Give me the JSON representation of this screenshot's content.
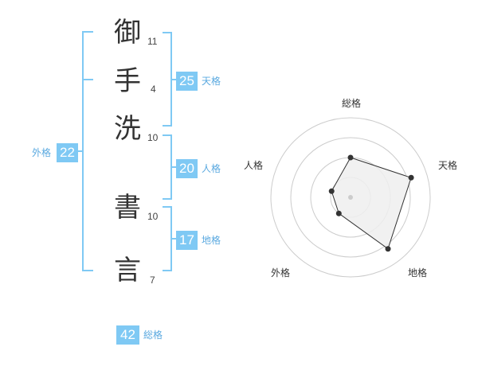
{
  "name_chars": [
    {
      "char": "御",
      "strokes": "11"
    },
    {
      "char": "手",
      "strokes": "4"
    },
    {
      "char": "洗",
      "strokes": "10"
    },
    {
      "char": "書",
      "strokes": "10"
    },
    {
      "char": "言",
      "strokes": "7"
    }
  ],
  "kakusu": {
    "tenkaku": {
      "value": "25",
      "label": "天格"
    },
    "jinkaku": {
      "value": "20",
      "label": "人格"
    },
    "chikaku": {
      "value": "17",
      "label": "地格"
    },
    "gaikaku": {
      "value": "22",
      "label": "外格"
    },
    "soukaku": {
      "value": "42",
      "label": "総格"
    }
  },
  "colors": {
    "bracket": "#7fc9f4",
    "badge": "#7fc9f4",
    "label": "#5aa9e0",
    "polygon_fill": "#efefef",
    "polygon_stroke": "#333333"
  },
  "radar": {
    "axes": [
      "総格",
      "天格",
      "地格",
      "外格",
      "人格"
    ],
    "levels": 4,
    "values": [
      0.5,
      0.8,
      0.8,
      0.25,
      0.25
    ]
  }
}
